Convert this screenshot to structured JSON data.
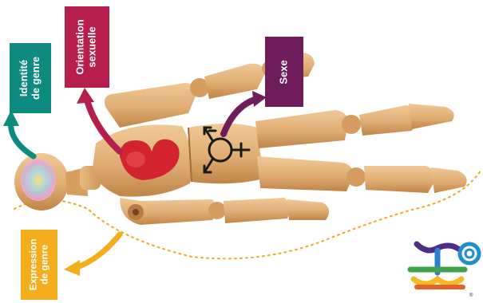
{
  "labels": {
    "identite": [
      "Identité",
      "de genre"
    ],
    "orientation": [
      "Orientation",
      "sexuelle"
    ],
    "sexe": [
      "Sexe"
    ],
    "expression": [
      "Expression",
      "de genre"
    ]
  },
  "colors": {
    "identite": "#0e8a7f",
    "orientation": "#b61f4d",
    "sexe": "#6e1c5a",
    "expression": "#f4ad1c",
    "wood": "#e3b47d",
    "wood_dark": "#c48a4f",
    "dots": "#f0a81a"
  },
  "icons": {
    "figure": "wooden-mannequin",
    "gender_symbol": "transgender-symbol-icon",
    "heart": "heart-icon",
    "brain": "rainbow-brain-icon",
    "logo": "transgender-logo-icon"
  },
  "footer": {
    "mark": "®"
  }
}
